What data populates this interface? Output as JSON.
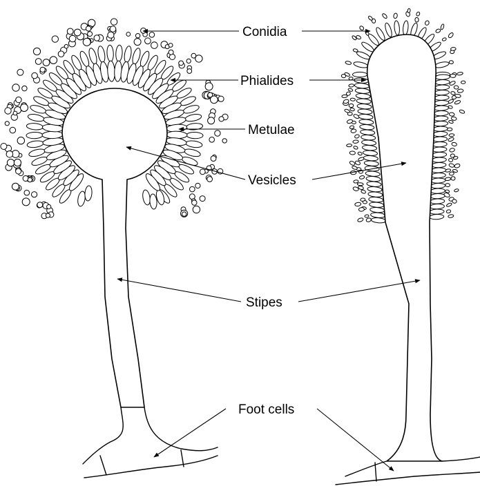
{
  "labels": {
    "conidia": "Conidia",
    "phialides": "Phialides",
    "metulae": "Metulae",
    "vesicles": "Vesicles",
    "stipes": "Stipes",
    "foot_cells": "Foot cells"
  },
  "colors": {
    "ink": "#000000",
    "background": "#ffffff"
  }
}
